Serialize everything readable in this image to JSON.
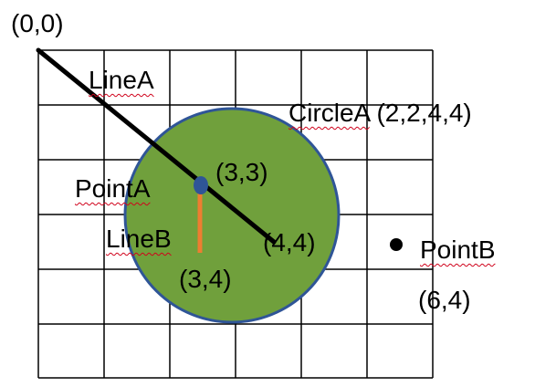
{
  "labels": {
    "origin": "(0,0)",
    "line_a": "LineA",
    "circle_a": "CircleA",
    "circle_a_params": "(2,2,4,4)",
    "point_a": "PointA",
    "point_a_coord": "(3,3)",
    "line_b": "LineB",
    "line_b_end": "(3,4)",
    "line_a_end": "(4,4)",
    "point_b": "PointB",
    "point_b_coord": "(6,4)"
  },
  "colors": {
    "grid": "#000000",
    "circle_fill": "#70a03c",
    "circle_stroke": "#2f5597",
    "line_a": "#000000",
    "line_b": "#ed7d31",
    "point_a": "#2f5597",
    "point_b": "#000000",
    "spellcheck_underline": "#d0021b"
  }
}
